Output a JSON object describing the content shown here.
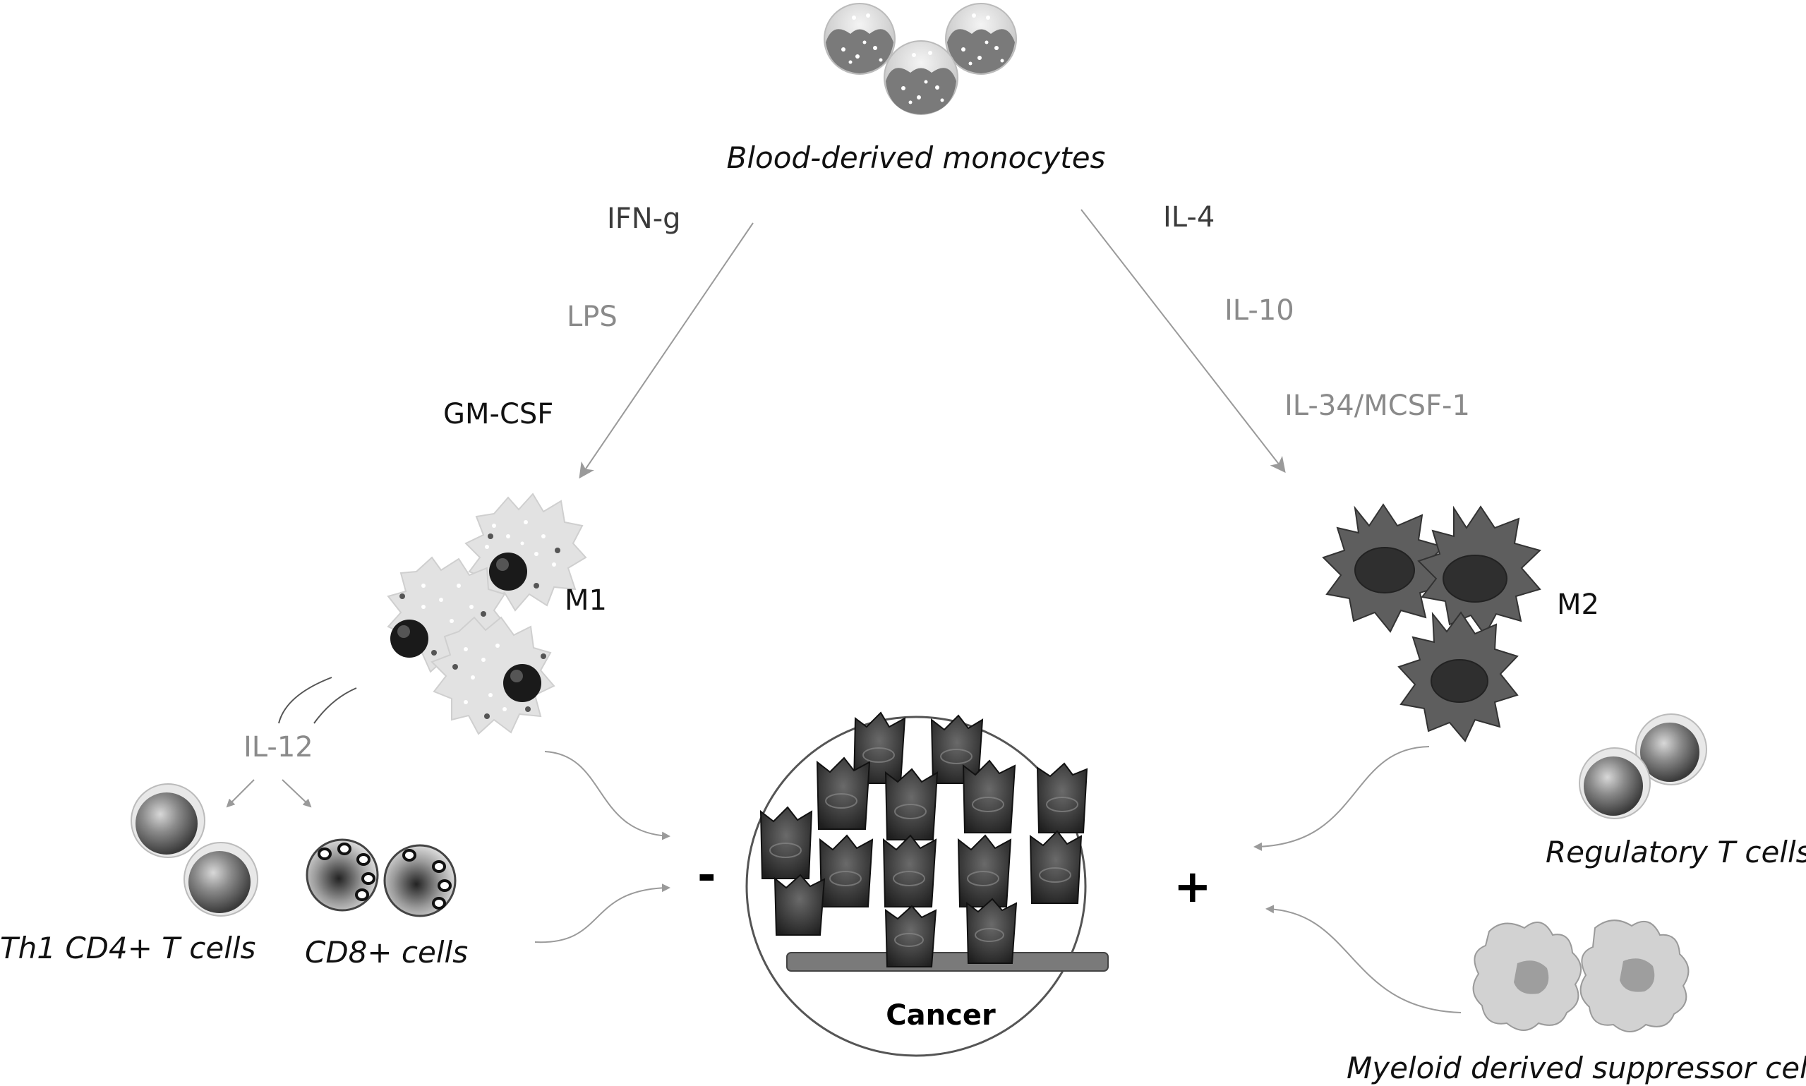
{
  "labels": {
    "monocytes": "Blood-derived monocytes",
    "ifn": "IFN-g",
    "lps": "LPS",
    "gmcsf": "GM-CSF",
    "il4": "IL-4",
    "il10": "IL-10",
    "il34": "IL-34/MCSF-1",
    "m1": "M1",
    "m2": "M2",
    "il12": "IL-12",
    "th1": "Th1 CD4+ T cells",
    "cd8": "CD8+ cells",
    "cancer": "Cancer",
    "minus": "-",
    "plus": "+",
    "treg": "Regulatory T cells",
    "mdsc": "Myeloid derived suppressor cells"
  },
  "colors": {
    "arrow": "#9a9a9a",
    "m1_cell": "#e2e2e2",
    "m2_cell": "#5e5e5e",
    "cancer_cell": "#3c3c3c",
    "mdsc_cell": "#d2d2d2",
    "monocyte": "#d9d9d9"
  }
}
